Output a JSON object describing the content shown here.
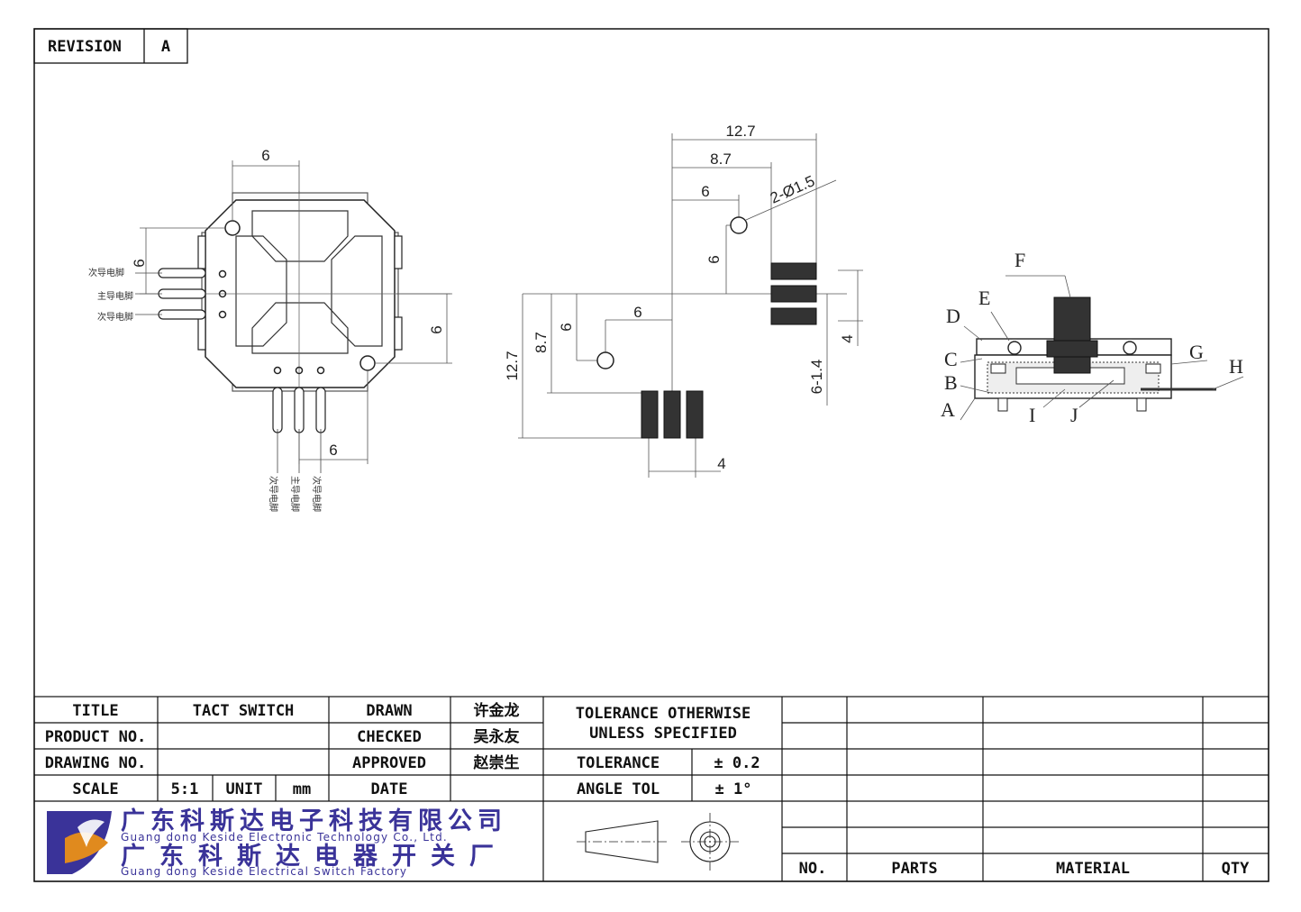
{
  "revision": {
    "label": "REVISION",
    "value": "A"
  },
  "dimensions": {
    "front": {
      "top_6": "6",
      "left_6": "6",
      "right_6": "6",
      "bottom_6": "6"
    },
    "side": {
      "w127": "12.7",
      "w87": "8.7",
      "w6": "6",
      "hole": "2-Ø1.5",
      "v6": "6",
      "v4": "4",
      "pin": "6-1.4",
      "h127": "12.7",
      "h87": "8.7",
      "h6": "6",
      "hh6": "6",
      "b4": "4"
    }
  },
  "pin_labels": {
    "secondary": "次导电脚",
    "main": "主导电脚"
  },
  "section_labels": [
    "F",
    "E",
    "D",
    "C",
    "B",
    "A",
    "I",
    "J",
    "G",
    "H"
  ],
  "title_block": {
    "title_label": "TITLE",
    "title_value": "TACT SWITCH",
    "product_label": "PRODUCT NO.",
    "product_value": "",
    "drawing_label": "DRAWING NO.",
    "drawing_value": "",
    "scale_label": "SCALE",
    "scale_value": "5:1",
    "unit_label": "UNIT",
    "unit_value": "mm",
    "drawn_label": "DRAWN",
    "drawn_value": "许金龙",
    "checked_label": "CHECKED",
    "checked_value": "吴永友",
    "approved_label": "APPROVED",
    "approved_value": "赵崇生",
    "date_label": "DATE",
    "date_value": "",
    "tol_line1": "TOLERANCE OTHERWISE",
    "tol_line2": "UNLESS SPECIFIED",
    "tolerance_label": "TOLERANCE",
    "tolerance_value": "± 0.2",
    "angle_label": "ANGLE TOL",
    "angle_value": "± 1°",
    "parts_headers": [
      "NO.",
      "PARTS",
      "MATERIAL",
      "QTY"
    ]
  },
  "company": {
    "cn1": "广东科斯达电子科技有限公司",
    "en1": "Guang dong Keside Electronic Technology Co., Ltd.",
    "cn2": "广东科斯达电器开关厂",
    "en2": "Guang dong Keside Electrical Switch Factory"
  },
  "colors": {
    "logo_blue": "#3a3399",
    "logo_orange": "#e08a1e"
  }
}
